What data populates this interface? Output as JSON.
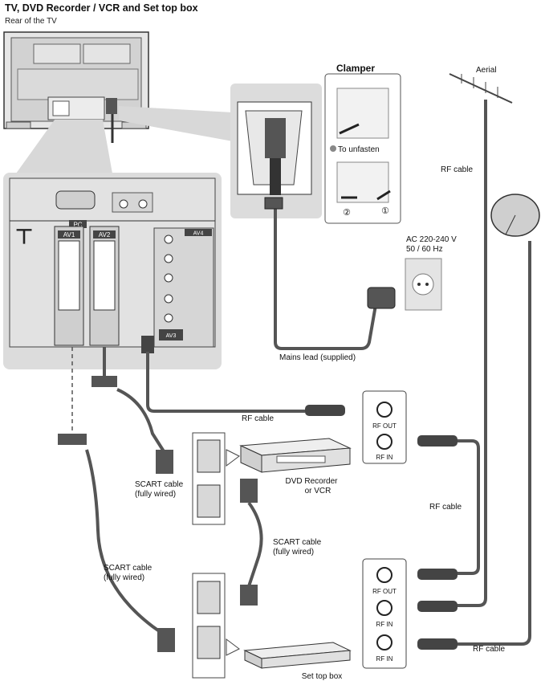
{
  "header": {
    "title": "TV, DVD Recorder / VCR and Set top box",
    "subtitle": "Rear of the TV"
  },
  "clamper": {
    "title": "Clamper",
    "unfasten": "To unfasten",
    "step2": "②",
    "step1": "①"
  },
  "power": {
    "ac_line1": "AC 220-240 V",
    "ac_line2": "50 / 60 Hz",
    "mains": "Mains lead (supplied)"
  },
  "aerial": {
    "label": "Aerial"
  },
  "panel": {
    "pc": "PC",
    "av1": "AV1",
    "av2": "AV2",
    "av4": "AV4",
    "av3": "AV3",
    "antenna": "ㄒ"
  },
  "cables": {
    "rf_top": "RF cable",
    "rf_mid": "RF cable",
    "rf_right": "RF cable",
    "rf_bottom": "RF cable",
    "scart1_line1": "SCART cable",
    "scart1_line2": "(fully wired)",
    "scart2_line1": "SCART cable",
    "scart2_line2": "(fully wired)",
    "scart3_line1": "SCART cable",
    "scart3_line2": "(fully wired)"
  },
  "devices": {
    "dvd_line1": "DVD Recorder",
    "dvd_line2": "or VCR",
    "stb": "Set top box",
    "rf_out_1": "RF OUT",
    "rf_in_1": "RF IN",
    "rf_out_2": "RF OUT",
    "rf_in_2": "RF IN",
    "rf_in_3": "RF IN"
  },
  "colors": {
    "panel_bg": "#dcdcdc",
    "cable": "#555555",
    "line": "#333333"
  }
}
